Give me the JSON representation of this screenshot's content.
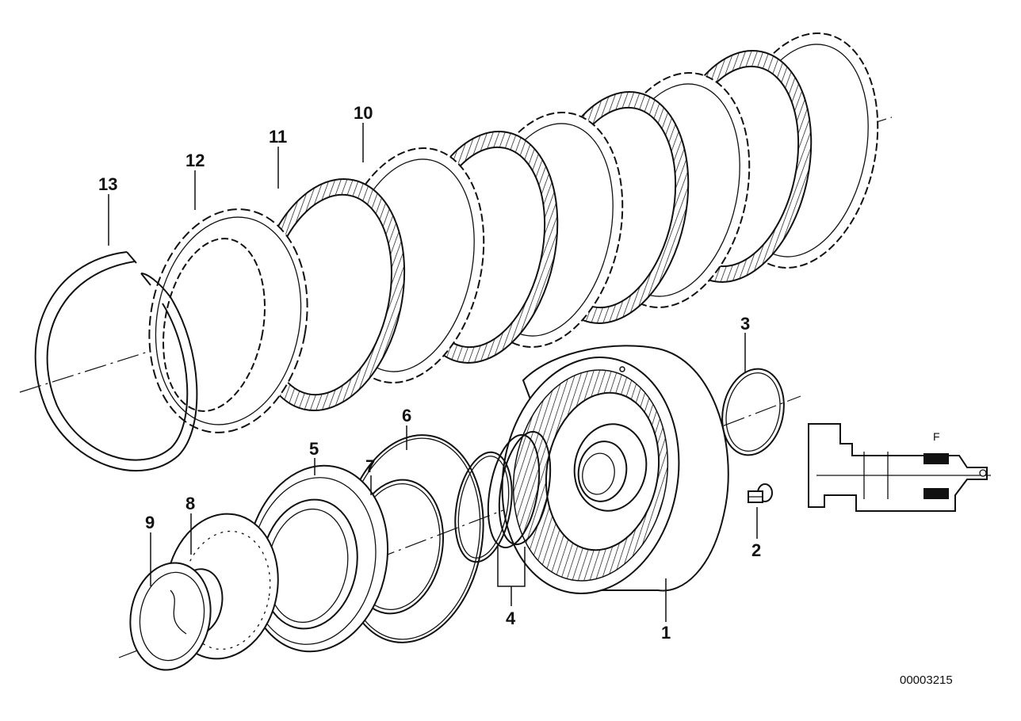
{
  "diagram": {
    "labels": [
      "1",
      "2",
      "3",
      "4",
      "5",
      "6",
      "7",
      "8",
      "9",
      "10",
      "11",
      "12",
      "13"
    ],
    "inset_label": "F",
    "reference_number": "00003215"
  }
}
